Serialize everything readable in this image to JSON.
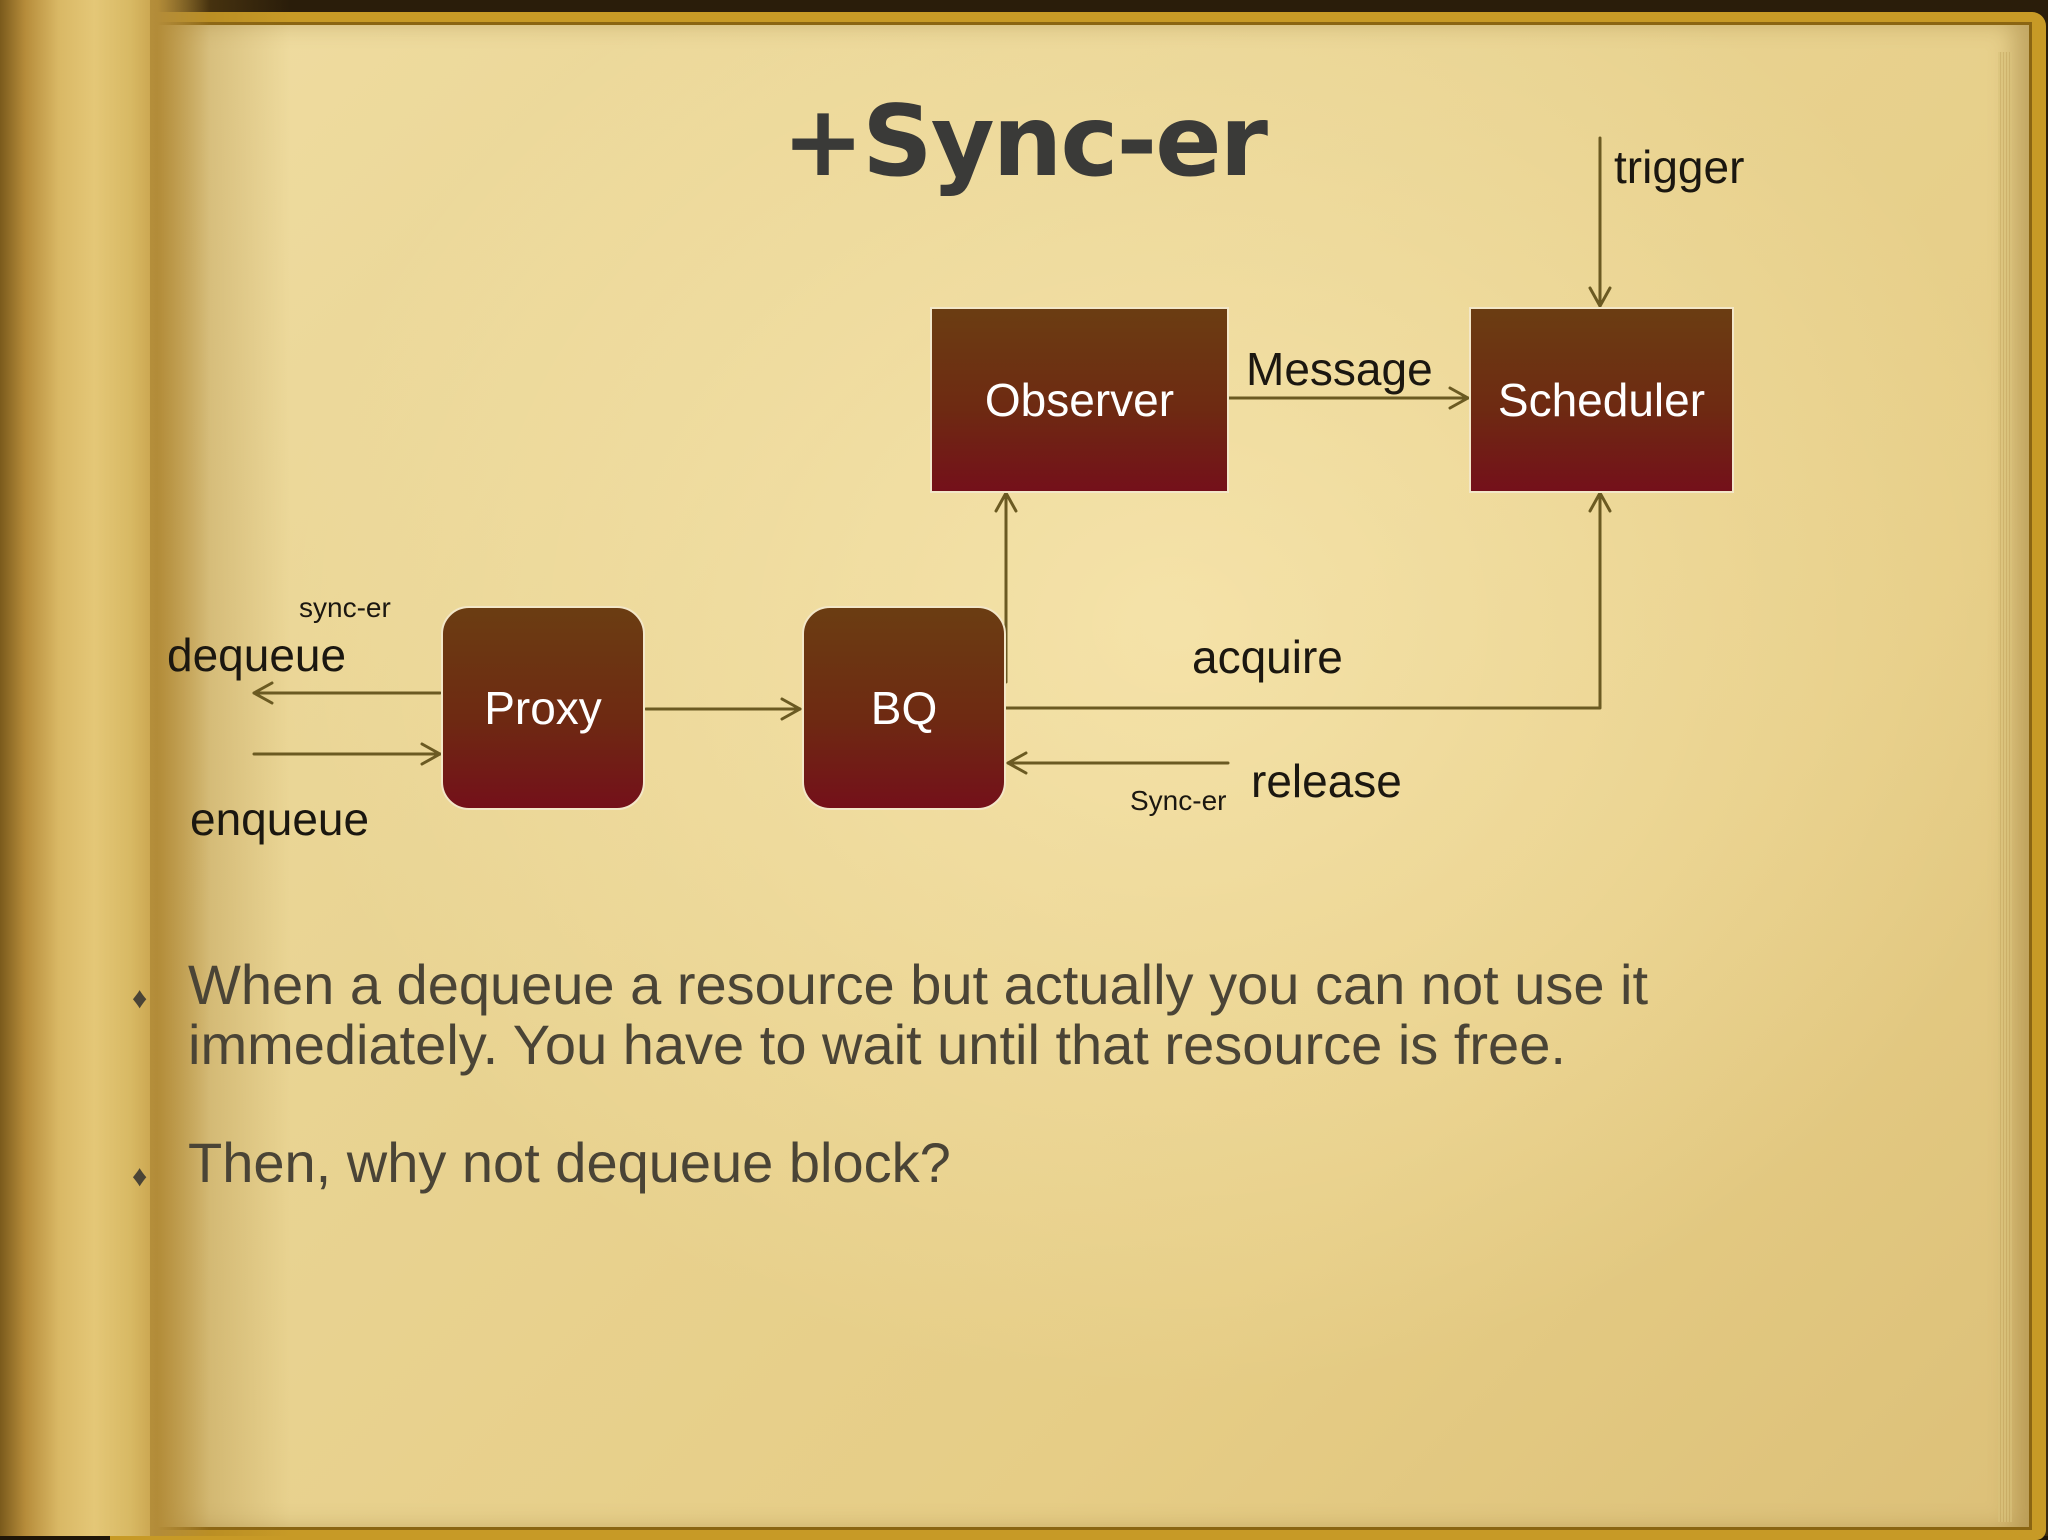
{
  "title": "+Sync-er",
  "diagram": {
    "nodes": {
      "observer": "Observer",
      "scheduler": "Scheduler",
      "proxy": "Proxy",
      "bq": "BQ"
    },
    "labels": {
      "trigger": "trigger",
      "message": "Message",
      "acquire": "acquire",
      "release": "release",
      "release_note": "Sync-er",
      "dequeue": "dequeue",
      "dequeue_note": "sync-er",
      "enqueue": "enqueue"
    },
    "edges": [
      {
        "from": "trigger",
        "to": "scheduler"
      },
      {
        "from": "observer",
        "to": "scheduler",
        "label": "Message"
      },
      {
        "from": "bq",
        "to": "observer"
      },
      {
        "from": "bq",
        "to": "scheduler",
        "label": "acquire"
      },
      {
        "from": "release",
        "to": "bq",
        "label": "release"
      },
      {
        "from": "proxy",
        "to": "bq"
      },
      {
        "from": "proxy",
        "to": "dequeue"
      },
      {
        "from": "enqueue",
        "to": "proxy"
      }
    ],
    "colors": {
      "node_top": "#6b3d12",
      "node_bottom": "#74101a",
      "arrow": "#6b5a22"
    }
  },
  "bullets": [
    "When a dequeue a resource but actually you can not use it immediately. You have to wait until that resource is free.",
    "Then, why not dequeue block?"
  ]
}
